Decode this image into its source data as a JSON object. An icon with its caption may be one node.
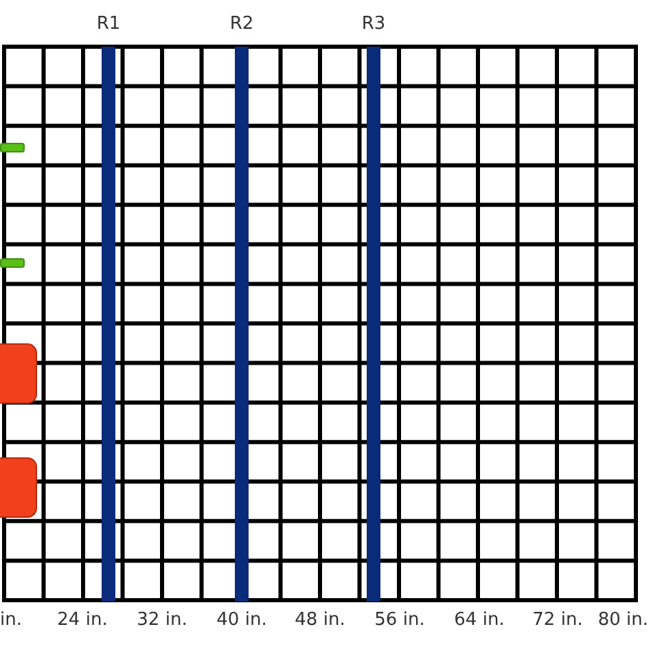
{
  "diagram": {
    "nodes": [
      {
        "text": [
          "R1"
        ]
      },
      {
        "text": [
          "R2"
        ]
      },
      {
        "text": [
          "R3"
        ]
      },
      {
        "text": [],
        "shape": "bar"
      },
      {
        "text": [],
        "shape": "bar"
      },
      {
        "text": [],
        "shape": "box"
      },
      {
        "text": [],
        "shape": "box"
      }
    ],
    "edges": [],
    "labels": [
      "in.",
      "24 in.",
      "32 in.",
      "40 in.",
      "48 in.",
      "56 in.",
      "64 in.",
      "72 in.",
      "80 in."
    ]
  }
}
